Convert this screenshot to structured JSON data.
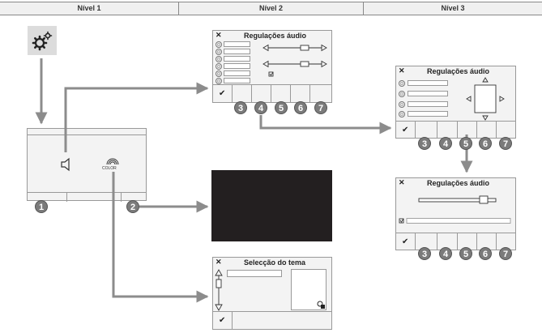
{
  "header": {
    "col1": "Nível 1",
    "col2": "Nível 2",
    "col3": "Nível 3"
  },
  "panels": {
    "audio_level2": {
      "title": "Regulações áudio",
      "close": "✕",
      "confirm": "✔"
    },
    "audio_level3_a": {
      "title": "Regulações áudio",
      "close": "✕",
      "confirm": "✔"
    },
    "audio_level3_b": {
      "title": "Regulações áudio",
      "close": "✕",
      "confirm": "✔"
    },
    "theme": {
      "title": "Selecção do tema",
      "close": "✕",
      "confirm": "✔"
    },
    "main": {
      "color_label": "COLOR"
    }
  },
  "numbers": {
    "n1": "1",
    "n2": "2",
    "n3": "3",
    "n4": "4",
    "n5": "5",
    "n6": "6",
    "n7": "7"
  },
  "icons": {
    "settings": "gear-icon",
    "speaker": "speaker-icon",
    "color": "color-arc-icon"
  },
  "colors": {
    "arrow": "#8c8c8c",
    "badge": "#7b7b7b",
    "screen": "#231f20"
  }
}
